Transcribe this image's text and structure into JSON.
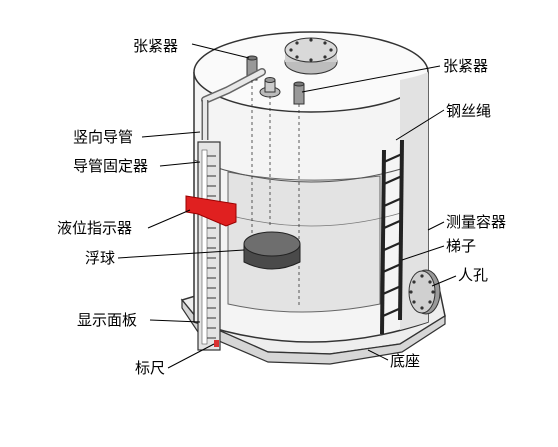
{
  "labels": {
    "tensioner_left": "张紧器",
    "tensioner_right": "张紧器",
    "vertical_pipe": "竖向导管",
    "pipe_fixer": "导管固定器",
    "level_indicator": "液位指示器",
    "float_ball": "浮球",
    "display_panel": "显示面板",
    "scale_ruler": "标尺",
    "steel_wire_rope": "钢丝绳",
    "measuring_vessel": "测量容器",
    "ladder": "梯子",
    "manhole": "人孔",
    "base": "底座"
  }
}
